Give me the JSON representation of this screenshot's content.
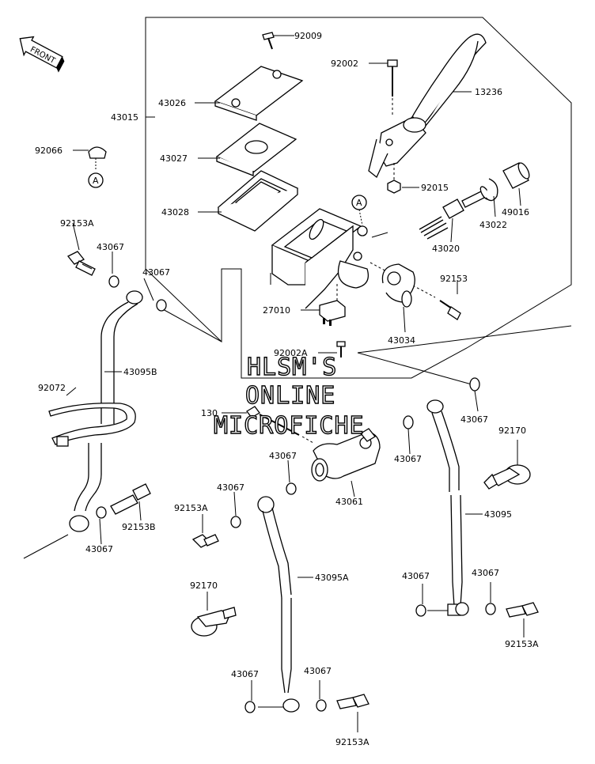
{
  "front_arrow": {
    "text": "FRONT"
  },
  "watermark": {
    "line1": "HLSM'S",
    "line2": "ONLINE",
    "line3": "MICROFICHE"
  },
  "labels": {
    "p92009": "92009",
    "p92002": "92002",
    "p43026": "43026",
    "p13236": "13236",
    "p43015": "43015",
    "p92066": "92066",
    "p43027": "43027",
    "p43028": "43028",
    "p92015": "92015",
    "p49016": "49016",
    "p43022": "43022",
    "p92153A_top": "92153A",
    "p43067_a": "43067",
    "p43067_b": "43067",
    "p43020": "43020",
    "p92153": "92153",
    "p27010": "27010",
    "p43034": "43034",
    "p92002A": "92002A",
    "p43095B": "43095B",
    "p92072": "92072",
    "p130": "130",
    "p43067_c": "43067",
    "p43067_d": "43067",
    "p92170_r": "92170",
    "p43067_e": "43067",
    "p43061": "43061",
    "p43067_f": "43067",
    "p92153A_mid": "92153A",
    "p92153B": "92153B",
    "p43067_g": "43067",
    "p43095": "43095",
    "p43095A": "43095A",
    "p43067_h": "43067",
    "p43067_i": "43067",
    "p92170_l": "92170",
    "p92153A_r": "92153A",
    "p43067_j": "43067",
    "p43067_k": "43067",
    "p92153A_bot": "92153A"
  },
  "callouts": {
    "a1": "A",
    "a2": "A"
  }
}
